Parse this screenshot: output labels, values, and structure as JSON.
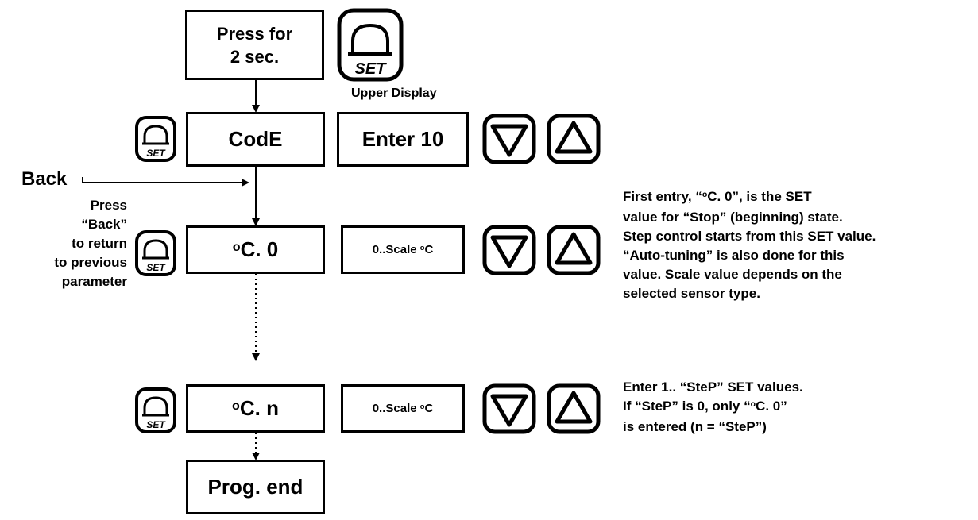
{
  "press_box": {
    "line1": "Press for",
    "line2": "2 sec."
  },
  "set_label": "SET",
  "upper_display_label": "Upper Display",
  "code_box": "CodE",
  "enter_box": "Enter 10",
  "back_label": "Back",
  "press_back_note": [
    "Press",
    "“Back”",
    "to return",
    "to previous",
    "parameter"
  ],
  "c0_box": {
    "deg": "o",
    "text": "C. 0"
  },
  "cn_box": {
    "deg": "o",
    "text": "C. n"
  },
  "scale_box": {
    "prefix": "0..Scale ",
    "deg": "o",
    "unit": "C"
  },
  "prog_end_box": "Prog. end",
  "note1": [
    {
      "a": "First entry, “",
      "deg": "o",
      "b": "C. 0”, is the SET"
    },
    {
      "a": "value for “Stop” (beginning) state."
    },
    {
      "a": "Step control starts from this SET value."
    },
    {
      "a": "“Auto-tuning” is also done for this"
    },
    {
      "a": "value. Scale value depends on the"
    },
    {
      "a": "selected sensor type."
    }
  ],
  "note2": [
    {
      "a": "Enter 1.. “SteP” SET values."
    },
    {
      "a": "If “SteP” is 0, only “",
      "deg": "o",
      "b": "C. 0”"
    },
    {
      "a": "is entered (n = “SteP”)"
    }
  ],
  "icons": {
    "set_button": "set-button-icon",
    "down_button": "down-arrow-button-icon",
    "up_button": "up-arrow-button-icon"
  }
}
